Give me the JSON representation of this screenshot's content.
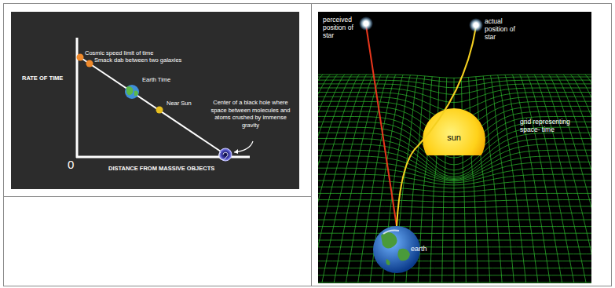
{
  "diagram": {
    "nodes": [
      {
        "text": [
          "sun"
        ]
      },
      {
        "text": [
          "earth"
        ]
      }
    ],
    "labels": [
      "RATE OF TIME",
      "0",
      "Cosmic speed limit of time",
      "Smack dab between two galaxies",
      "Earth Time",
      "Near Sun",
      "Center of a black hole where space between molecules and atoms crushed by immense gravity",
      "DISTANCE FROM MASSIVE OBJECTS",
      "perceived position of star",
      "actual position of star",
      "grid representing space- time"
    ]
  }
}
